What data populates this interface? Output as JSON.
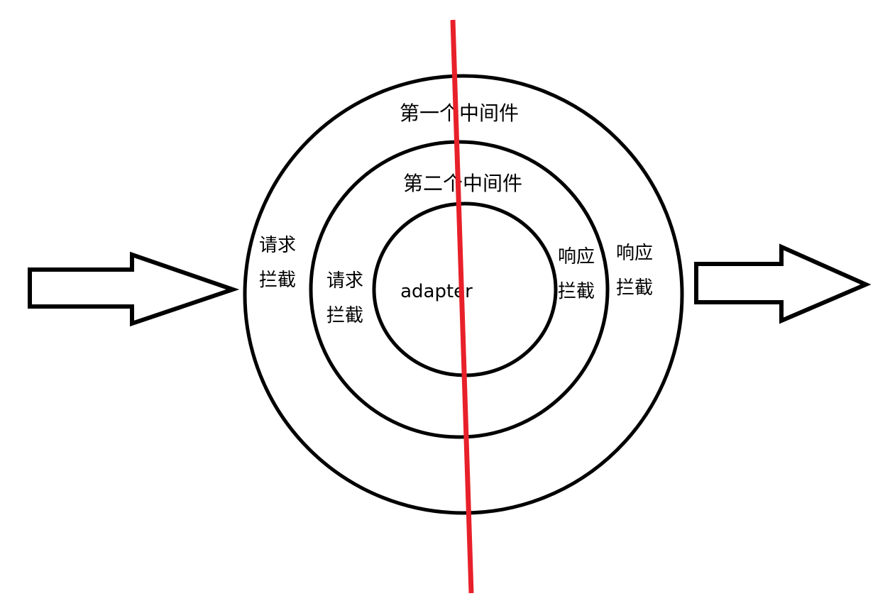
{
  "layers": {
    "outer": {
      "title": "第一个中间件",
      "request_line1": "请求",
      "request_line2": "拦截",
      "response_line1": "响应",
      "response_line2": "拦截"
    },
    "inner": {
      "title": "第二个中间件",
      "request_line1": "请求",
      "request_line2": "拦截",
      "response_line1": "响应",
      "response_line2": "拦截"
    },
    "core": {
      "label": "adapter"
    }
  },
  "icons": {
    "incoming": "arrow-right-icon",
    "outgoing": "arrow-right-icon"
  },
  "colors": {
    "stroke": "#000000",
    "divider": "#e8202a",
    "background": "#ffffff"
  }
}
